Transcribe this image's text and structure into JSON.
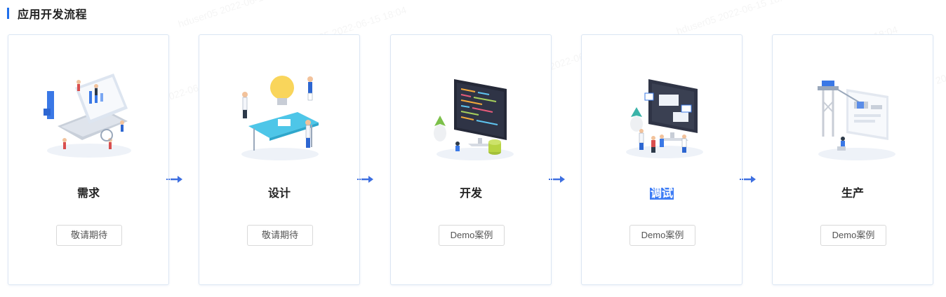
{
  "section": {
    "title": "应用开发流程"
  },
  "steps": [
    {
      "label": "需求",
      "button": "敬请期待",
      "illustration": "requirements-laptop-illustration"
    },
    {
      "label": "设计",
      "button": "敬请期待",
      "illustration": "design-lightbulb-illustration"
    },
    {
      "label": "开发",
      "button": "Demo案例",
      "illustration": "development-code-monitor-illustration"
    },
    {
      "label": "调试",
      "button": "Demo案例",
      "illustration": "debugging-monitor-illustration",
      "selected": true
    },
    {
      "label": "生产",
      "button": "Demo案例",
      "illustration": "production-deploy-illustration"
    }
  ],
  "watermark": {
    "text": "hduser05 2022-06-15 18:04"
  },
  "colors": {
    "accent": "#1f6feb",
    "arrow": "#3e6fe0",
    "selection": "#3e7df5",
    "card_border": "#dbe6f3"
  }
}
